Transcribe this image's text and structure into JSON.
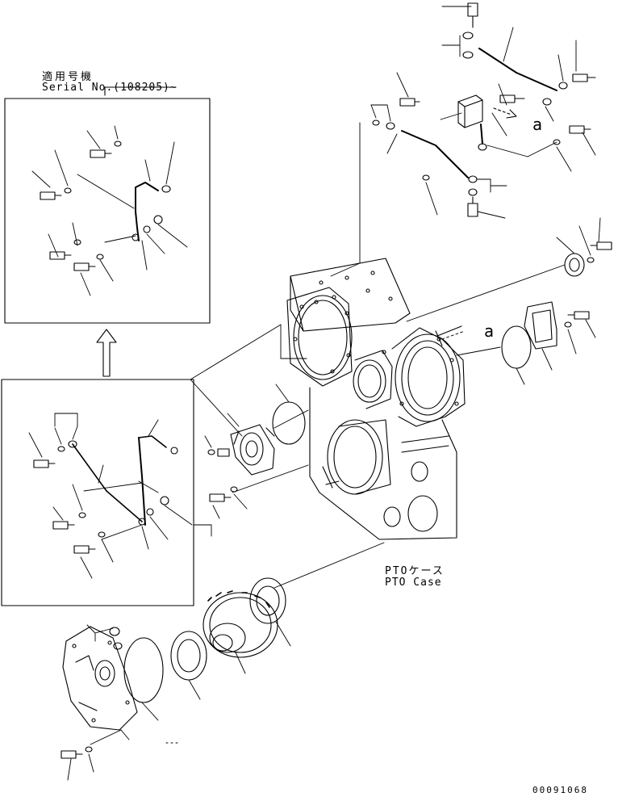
{
  "labels": {
    "serial_jp": "適用号機",
    "serial_en": "Serial No.(108205)~",
    "case_jp": "PTOケース",
    "case_en": "PTO Case",
    "ref_a_upper": "a",
    "ref_a_right": "a",
    "drawing_number": "00091068"
  },
  "colors": {
    "ink": "#000000",
    "paper": "#ffffff"
  }
}
